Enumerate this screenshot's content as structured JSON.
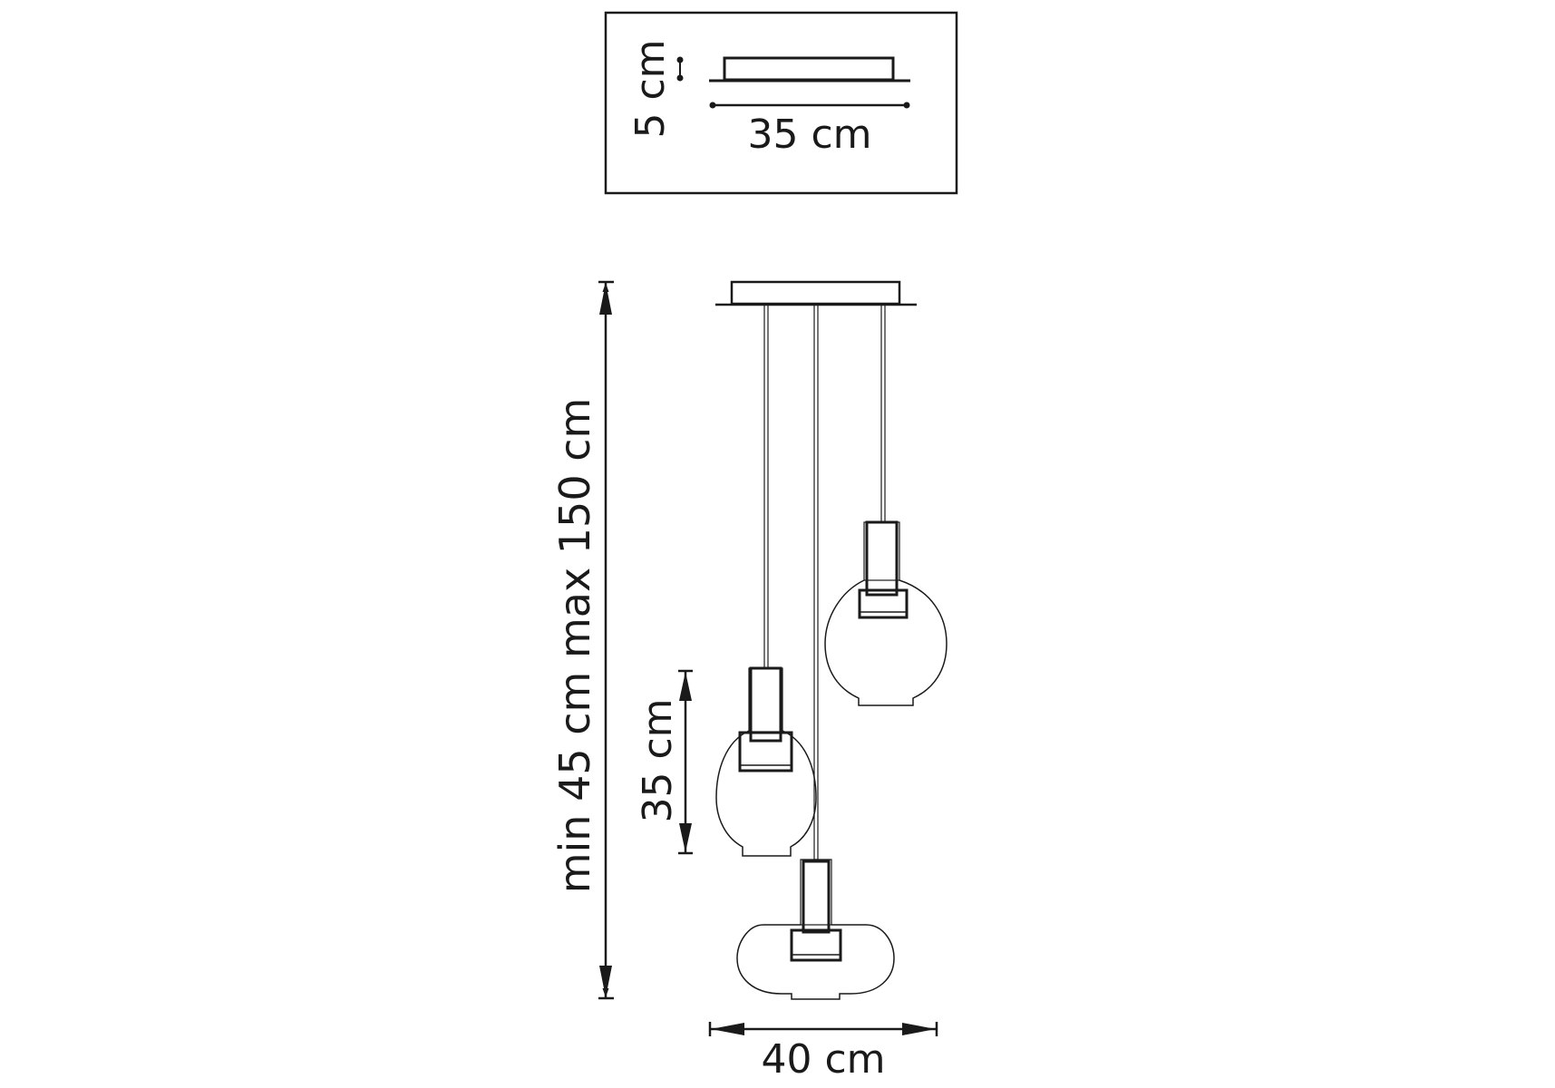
{
  "inset": {
    "height_label": "5 cm",
    "width_label": "35 cm"
  },
  "main": {
    "drop_label": "min 45 cm max 150 cm",
    "shade_height_label": "35 cm",
    "overall_width_label": "40 cm"
  },
  "colors": {
    "line": "#1a1a1a",
    "background": "#ffffff"
  }
}
